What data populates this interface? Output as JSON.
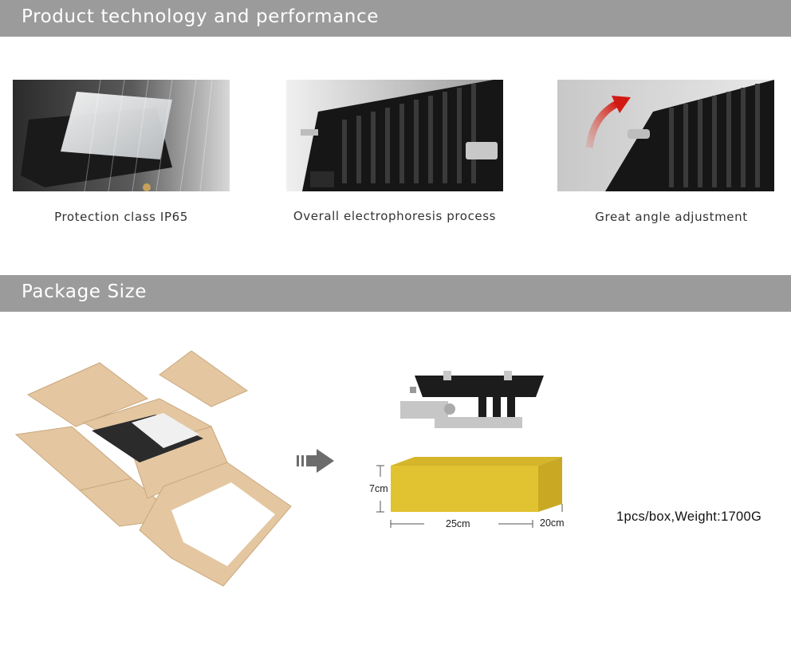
{
  "sections": {
    "tech_title": "Product technology and performance",
    "package_title": "Package Size"
  },
  "features": [
    {
      "caption": "Protection class IP65"
    },
    {
      "caption": "Overall electrophoresis process"
    },
    {
      "caption": "Great angle adjustment"
    }
  ],
  "package": {
    "height_label": "7cm",
    "length_label": "25cm",
    "width_label": "20cm",
    "weight_text": "1pcs/box,Weight:1700G",
    "box_color": "#e1c231"
  }
}
